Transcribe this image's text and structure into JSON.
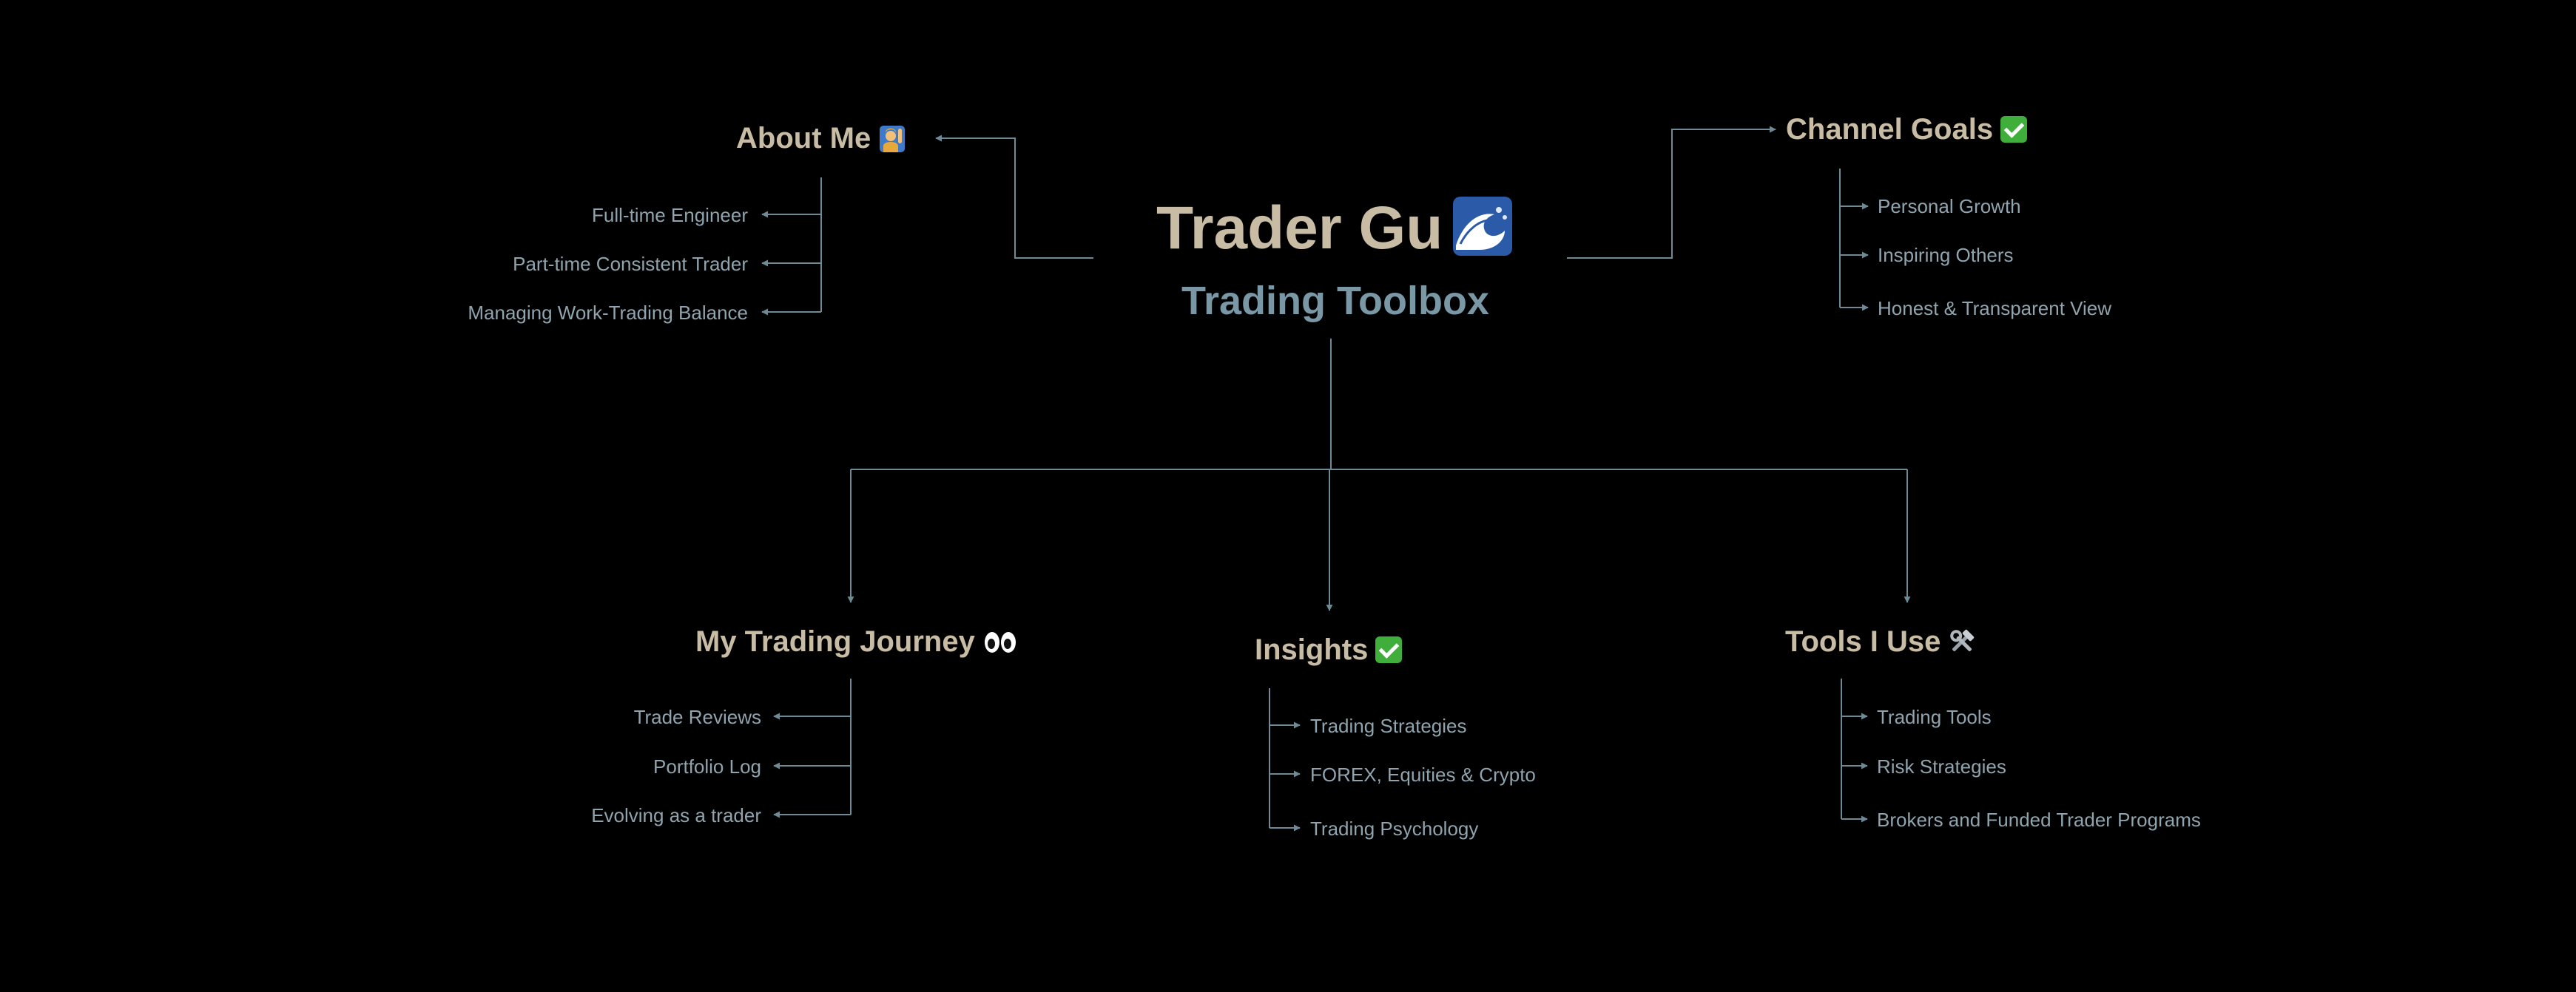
{
  "center": {
    "title": "Trader Gu",
    "title_icon": "ocean-wave-icon",
    "subtitle": "Trading Toolbox"
  },
  "about_me": {
    "heading": "About Me",
    "icon": "person-raising-hand-icon",
    "items": [
      "Full-time Engineer",
      "Part-time Consistent Trader",
      "Managing Work-Trading Balance"
    ]
  },
  "channel_goals": {
    "heading": "Channel Goals",
    "icon": "check-mark-icon",
    "items": [
      "Personal Growth",
      "Inspiring Others",
      "Honest & Transparent View"
    ]
  },
  "journey": {
    "heading": "My Trading Journey",
    "icon": "eyes-icon",
    "items": [
      "Trade Reviews",
      "Portfolio Log",
      "Evolving as a trader"
    ]
  },
  "insights": {
    "heading": "Insights",
    "icon": "check-mark-icon",
    "items": [
      "Trading Strategies",
      "FOREX, Equities & Crypto",
      "Trading Psychology"
    ]
  },
  "tools": {
    "heading": "Tools I Use",
    "icon": "hammer-and-wrench-icon",
    "items": [
      "Trading Tools",
      "Risk Strategies",
      "Brokers and Funded Trader Programs"
    ]
  },
  "colors": {
    "background": "#000000",
    "heading": "#c9bca4",
    "subtitle": "#7a97a6",
    "item": "#8fa4ae",
    "connector": "#6e8a96"
  }
}
